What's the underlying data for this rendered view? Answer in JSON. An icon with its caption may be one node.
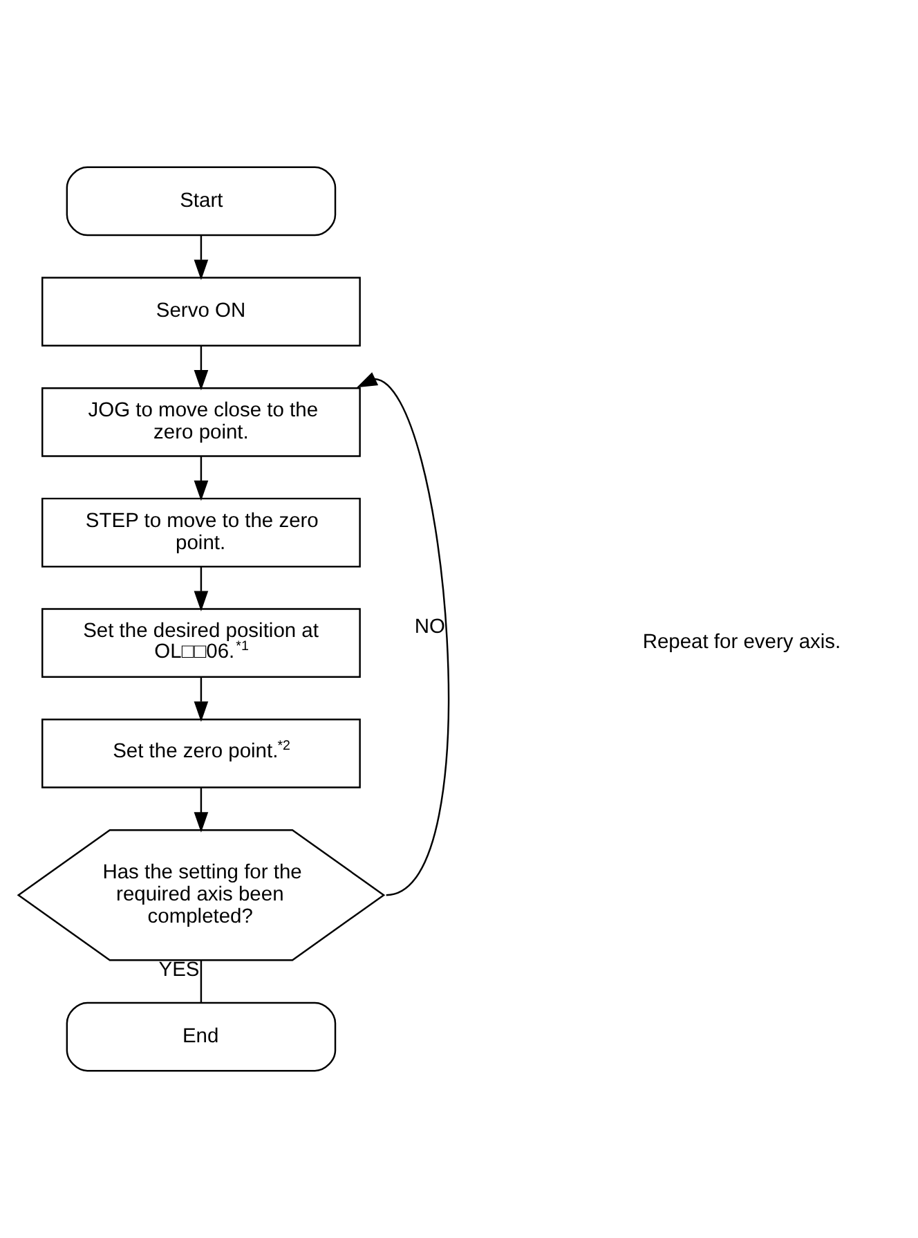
{
  "diagram": {
    "nodes": [
      {
        "text": [
          "Start"
        ]
      },
      {
        "text": [
          "Servo ON"
        ]
      },
      {
        "text": [
          "JOG to move close to the zero point."
        ]
      },
      {
        "text": [
          "STEP to move to the zero point."
        ]
      },
      {
        "text": [
          "Set the desired position at OL□□06.$^{*1}$"
        ]
      },
      {
        "text": [
          "Set the zero point.$^{*2}$"
        ]
      },
      {
        "text": [
          "Has the setting for the required axis been completed?"
        ]
      },
      {
        "text": [
          "End"
        ]
      }
    ],
    "edges": [
      {
        "from": 0,
        "to": 1,
        "arrow": "to"
      },
      {
        "from": 1,
        "to": 2,
        "arrow": "to"
      },
      {
        "from": 2,
        "to": 3,
        "arrow": "to"
      },
      {
        "from": 3,
        "to": 4,
        "arrow": "to"
      },
      {
        "from": 4,
        "to": 5,
        "arrow": "to"
      },
      {
        "from": 5,
        "to": 6,
        "arrow": "to"
      },
      {
        "from": 6,
        "to": 7,
        "arrow": "none",
        "label": "YES"
      },
      {
        "from": 6,
        "to": 2,
        "arrow": "to",
        "label": "NO"
      }
    ],
    "labels": [
      "Repeat for every axis."
    ]
  }
}
